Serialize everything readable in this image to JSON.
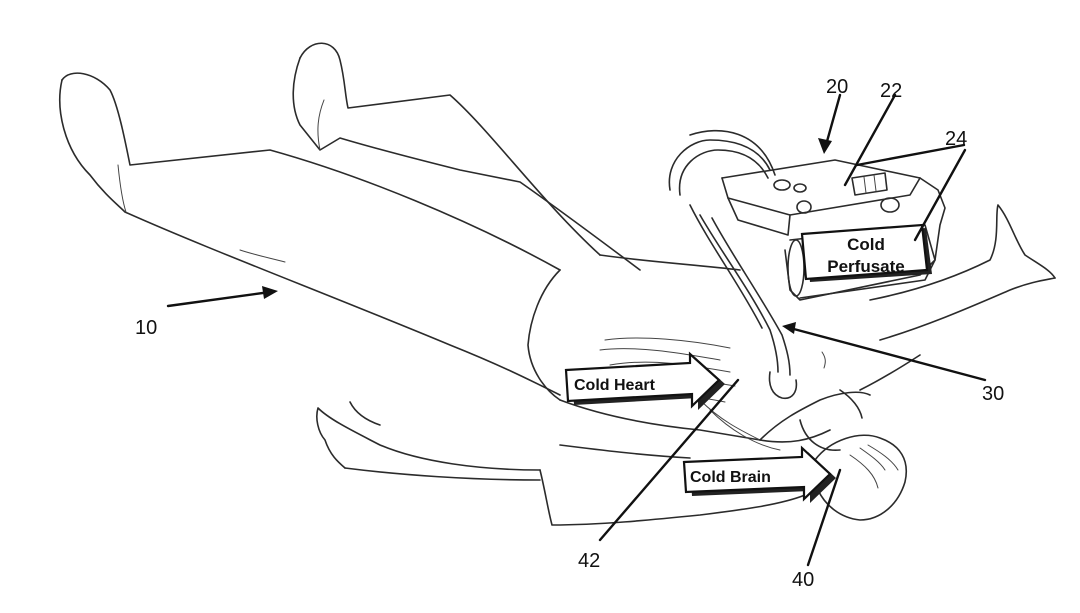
{
  "reference_numerals": {
    "patient": "10",
    "system": "20",
    "housing": "22",
    "reservoir": "24",
    "catheter": "30",
    "brain": "40",
    "heart": "42"
  },
  "labels": {
    "perfusate_line1": "Cold",
    "perfusate_line2": "Perfusate",
    "heart": "Cold Heart",
    "brain": "Cold Brain"
  },
  "colors": {
    "line": "#2b2b2b",
    "background": "#ffffff"
  }
}
